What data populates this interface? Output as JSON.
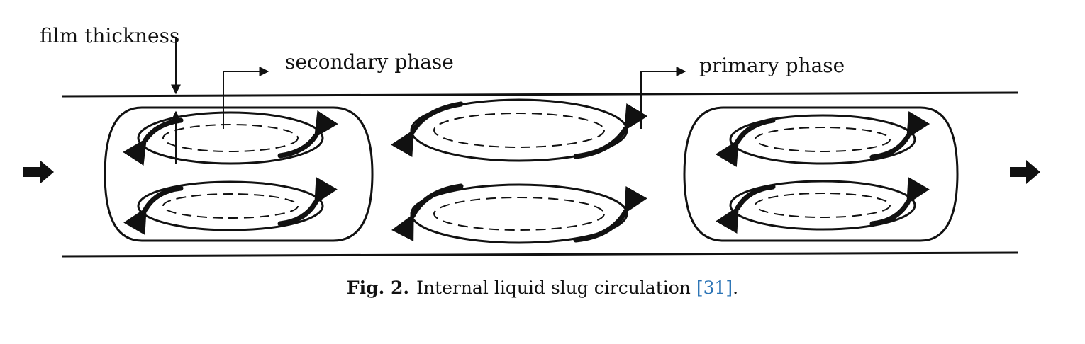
{
  "labels": {
    "film_thickness": "film thickness",
    "secondary_phase": "secondary phase",
    "primary_phase": "primary phase"
  },
  "caption": {
    "figure_number": "Fig. 2.",
    "text": "Internal liquid slug circulation",
    "reference": "[31]",
    "end": "."
  },
  "colors": {
    "line": "#111111",
    "reference": "#2a73b5"
  }
}
